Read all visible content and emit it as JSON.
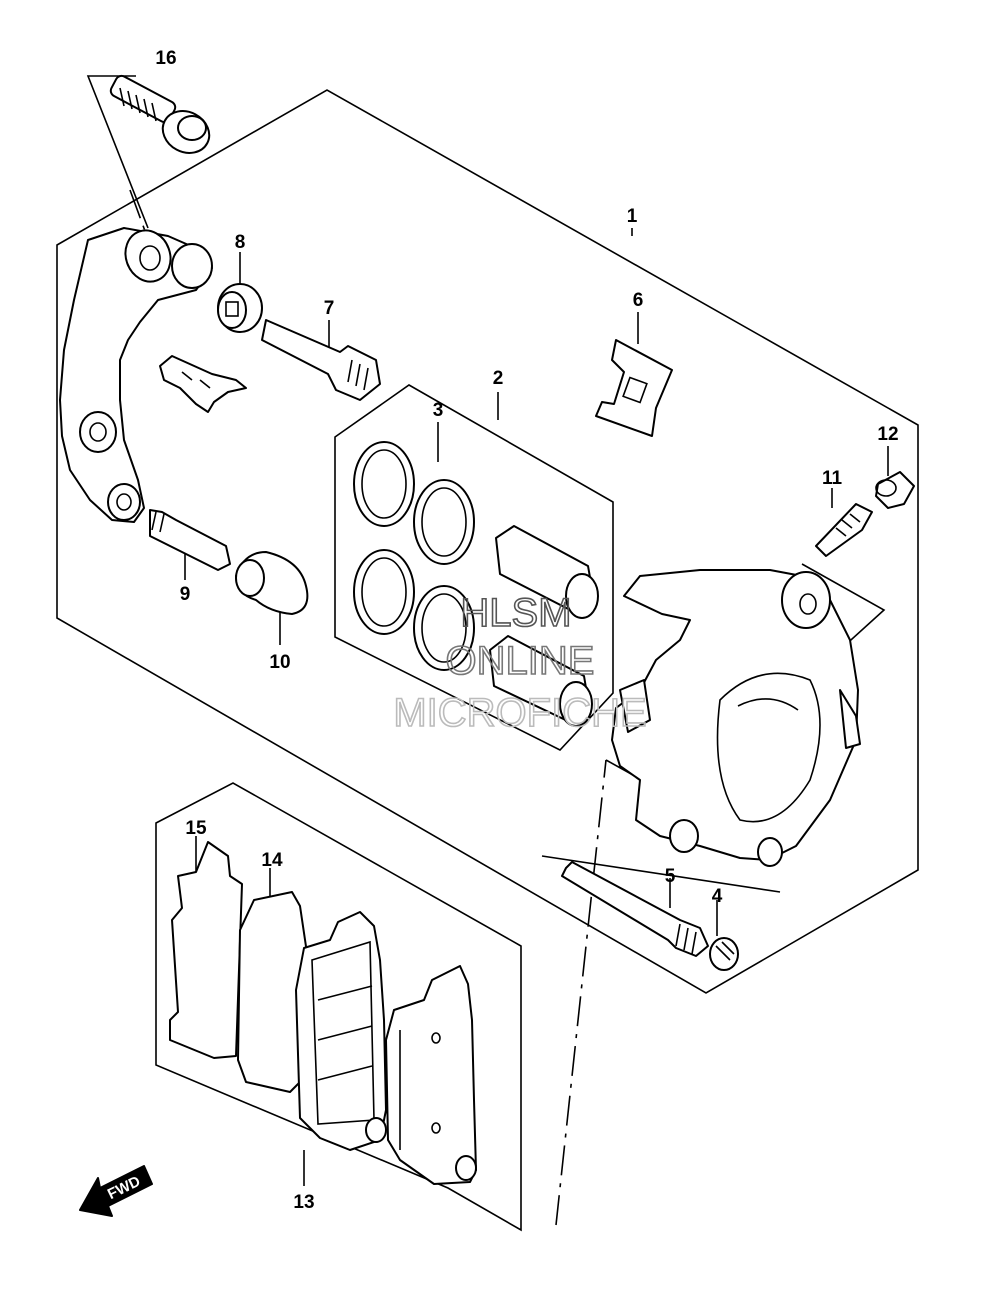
{
  "callouts": {
    "p1": "1",
    "p2": "2",
    "p3": "3",
    "p4": "4",
    "p5": "5",
    "p6": "6",
    "p7": "7",
    "p8": "8",
    "p9": "9",
    "p10": "10",
    "p11": "11",
    "p12": "12",
    "p13": "13",
    "p14": "14",
    "p15": "15",
    "p16": "16"
  },
  "watermark": {
    "line1": "HLSM",
    "line2": "ONLINE",
    "line3": "MICROFICHE"
  },
  "fwd_arrow": {
    "label": "FWD"
  },
  "colors": {
    "line": "#000000",
    "background": "#ffffff",
    "watermark": "#9a9a9a"
  }
}
